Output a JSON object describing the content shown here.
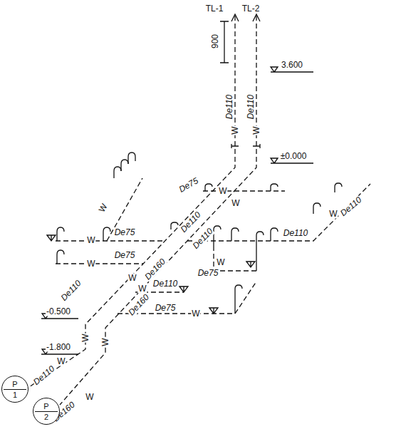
{
  "diagram": {
    "nodes": [
      {
        "text": [
          "P",
          "1"
        ]
      },
      {
        "text": [
          "P",
          "2"
        ]
      }
    ],
    "labels": [
      "TL-1",
      "TL-2",
      "900",
      "3.600",
      "De110",
      "W",
      "De110",
      "W",
      "±0.000",
      "W",
      "W",
      "De75",
      "W",
      "W",
      "De75",
      "De110",
      "De110",
      "De110",
      "W",
      "De110",
      "W",
      "De75",
      "W",
      "De75",
      "W",
      "De160",
      "W",
      "De110",
      "De160",
      "De75",
      "W",
      "De110",
      "-0.500",
      "-1.800",
      "W",
      "W",
      "W",
      "De110",
      "De160",
      "W"
    ]
  }
}
